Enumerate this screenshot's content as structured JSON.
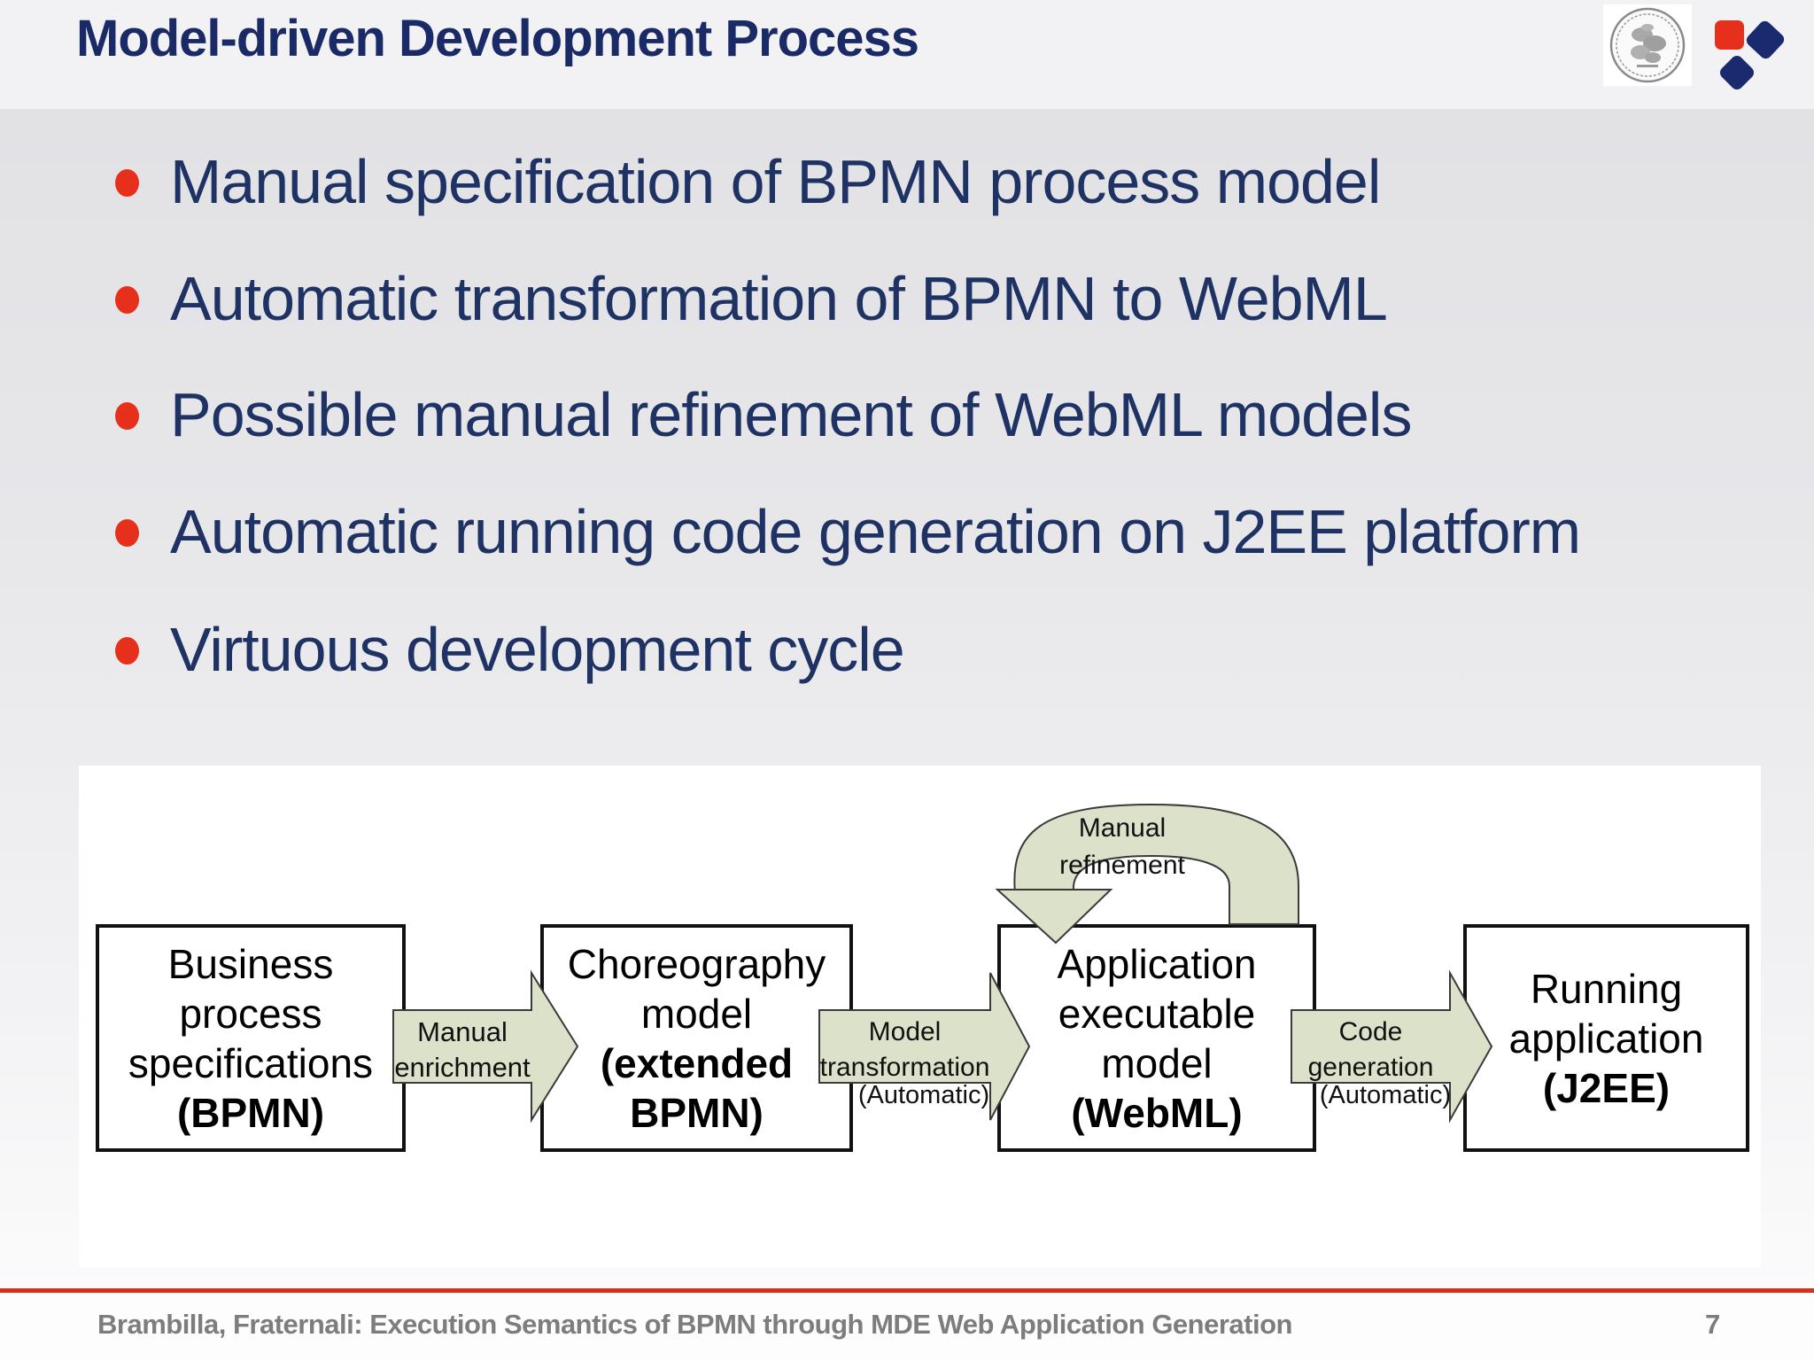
{
  "title": "Model-driven Development Process",
  "bullets": [
    "Manual specification of BPMN process model",
    "Automatic transformation of BPMN to WebML",
    "Possible manual refinement of WebML models",
    "Automatic running code generation on J2EE platform",
    "Virtuous development cycle"
  ],
  "diagram": {
    "boxes": [
      {
        "lines": [
          "Business",
          "process",
          "specifications",
          "(BPMN)"
        ]
      },
      {
        "lines": [
          "Choreography",
          "model",
          "(extended",
          "BPMN)"
        ]
      },
      {
        "lines": [
          "Application",
          "executable",
          "model",
          "(WebML)"
        ]
      },
      {
        "lines": [
          "Running",
          "application",
          "(J2EE)"
        ]
      }
    ],
    "arrows": [
      {
        "lines": [
          "Manual",
          "enrichment"
        ]
      },
      {
        "lines": [
          "Model",
          "transformation"
        ],
        "note": "(Automatic)"
      },
      {
        "lines": [
          "Code",
          "generation"
        ],
        "note": "(Automatic)"
      }
    ],
    "loop": {
      "lines": [
        "Manual",
        "refinement"
      ]
    }
  },
  "footer": {
    "citation": "Brambilla, Fraternali: Execution Semantics of BPMN through MDE Web Application Generation",
    "page": "7"
  },
  "colors": {
    "accent_red": "#d5301e",
    "navy_text": "#1e3264",
    "arrow_fill": "#dce1ca"
  }
}
